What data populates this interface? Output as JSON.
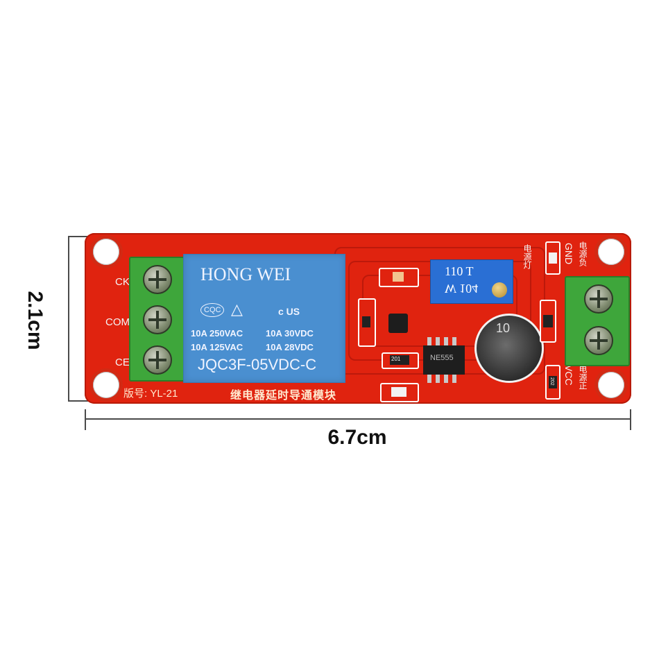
{
  "dimensions": {
    "height_label": "2.1cm",
    "width_label": "6.7cm"
  },
  "board": {
    "color": "#e0230f",
    "model_label": "版号:  YL-21",
    "module_label": "继电器延时导通模块",
    "terminal_left_labels": [
      "CK",
      "COM",
      "CE"
    ],
    "power_led_label": "电源灯",
    "gnd_label": "GND",
    "gnd_cn_label": "电源负",
    "vcc_label": "VCC",
    "vcc_cn_label": "电源正",
    "resistor_labels": [
      "201",
      "202"
    ]
  },
  "relay": {
    "color": "#4a8fd0",
    "brand": "HONG WEI",
    "cert_cqc": "CQC",
    "cert_ul": "c US",
    "rating_1a": "10A 250VAC",
    "rating_1b": "10A  30VDC",
    "rating_2a": "10A 125VAC",
    "rating_2b": "10A  28VDC",
    "model": "JQC3F-05VDC-C"
  },
  "potentiometer": {
    "line1": "110 T",
    "line2": "W 104"
  },
  "ic": {
    "label": "NE555"
  },
  "capacitor": {
    "marking": "10"
  }
}
